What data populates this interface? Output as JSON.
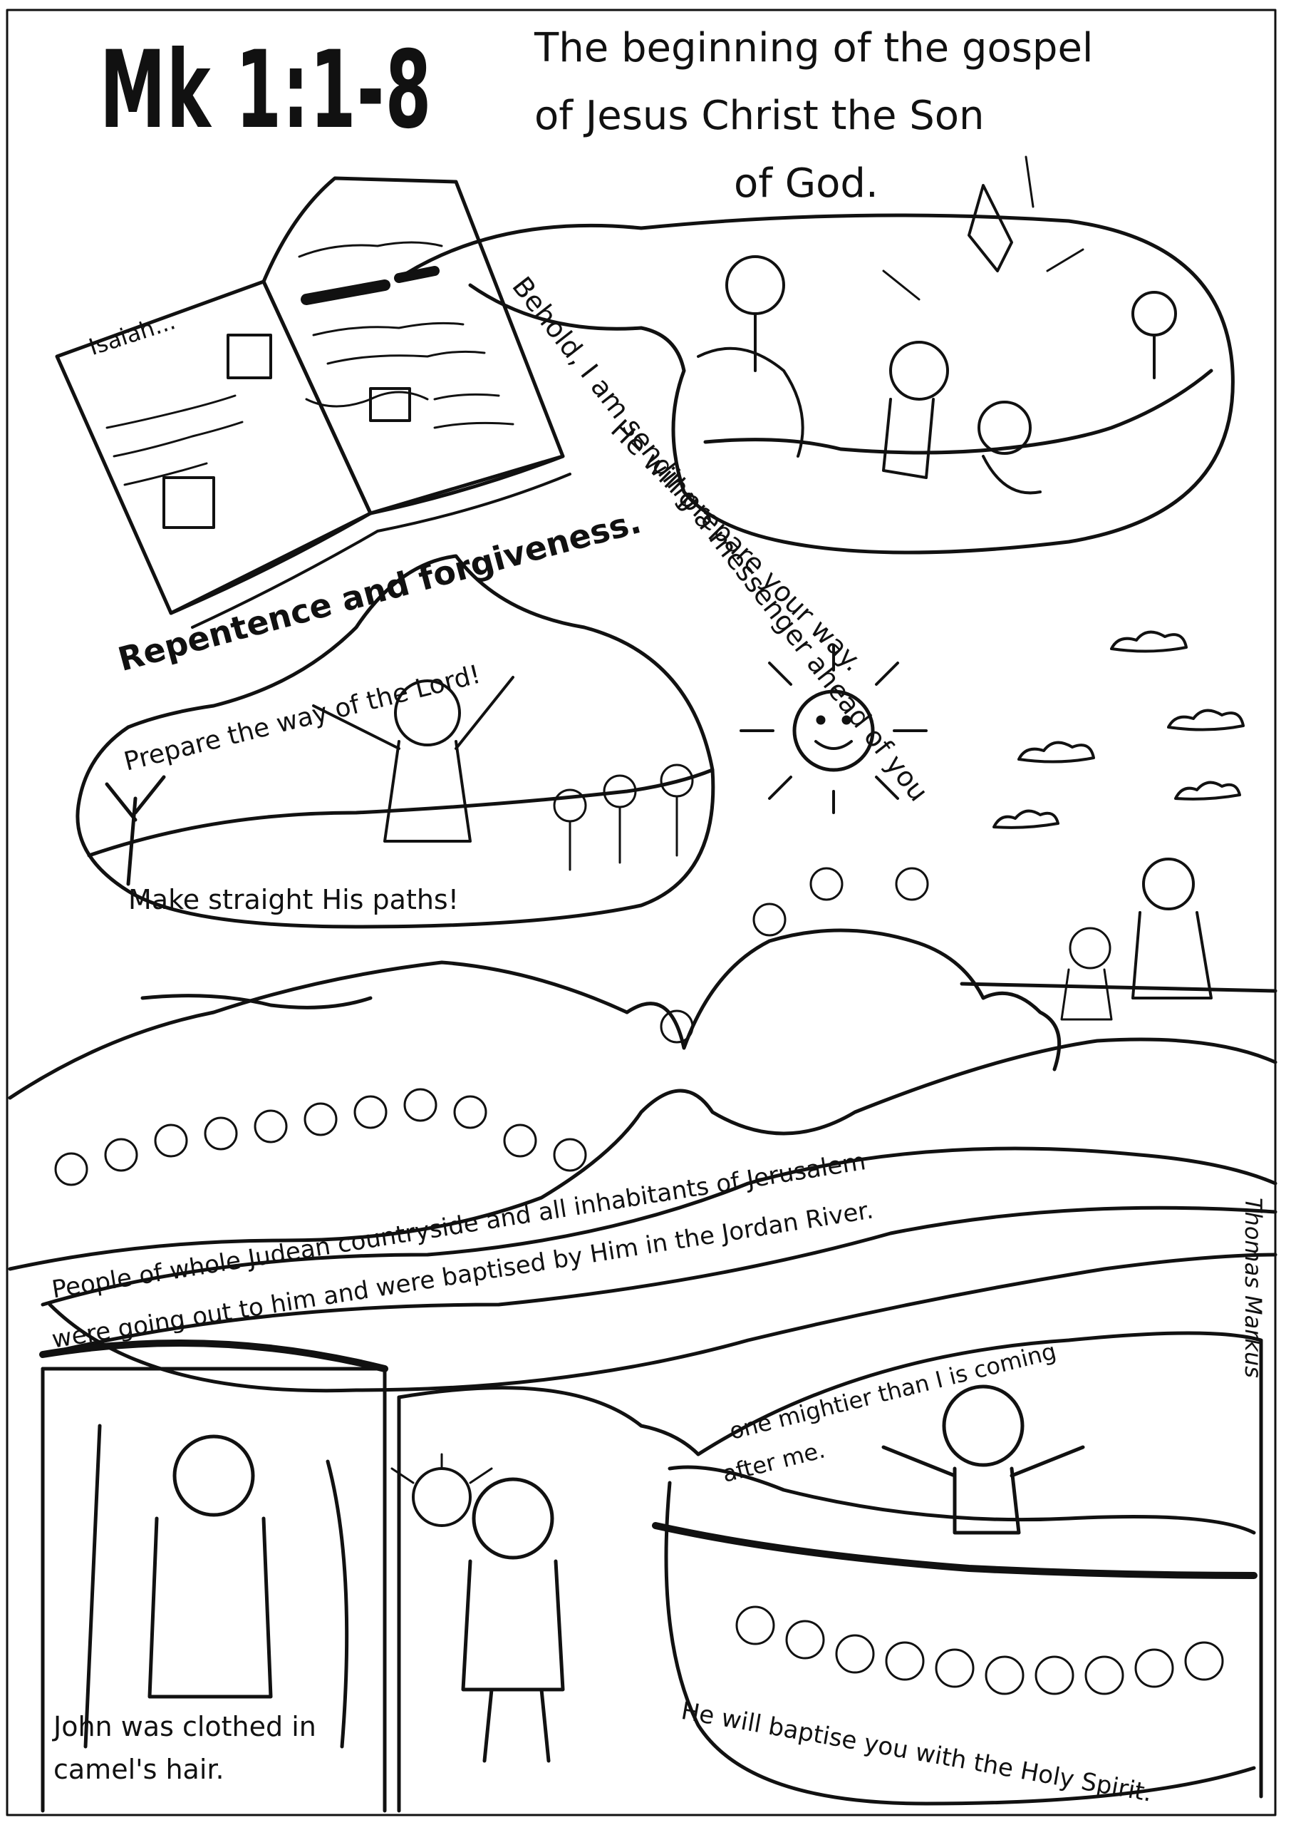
{
  "reference": "Mk 1:1-8",
  "title_lines": [
    "The beginning of the gospel",
    "of Jesus Christ the Son",
    "of God."
  ],
  "book_label": "Isaiah...",
  "prophecy_line1": "Behold, I am sending a messenger ahead of you",
  "prophecy_line2": "He will prepare your way.",
  "repentance_line": "Repentence and forgiveness.",
  "prepare_line": "Prepare the way of the Lord!",
  "straight_line": "Make straight His paths!",
  "people_line1": "People of whole Judean countryside and all inhabitants of Jerusalem",
  "people_line2": "were going out to him and were baptised by Him in the Jordan River.",
  "camel_line1": "John was clothed in",
  "camel_line2": "camel's hair.",
  "mightier_line1": "one mightier than I is coming",
  "mightier_line2": "after me.",
  "spirit_line": "He will baptise you with the Holy Spirit.",
  "signature": "Thomas Markus"
}
